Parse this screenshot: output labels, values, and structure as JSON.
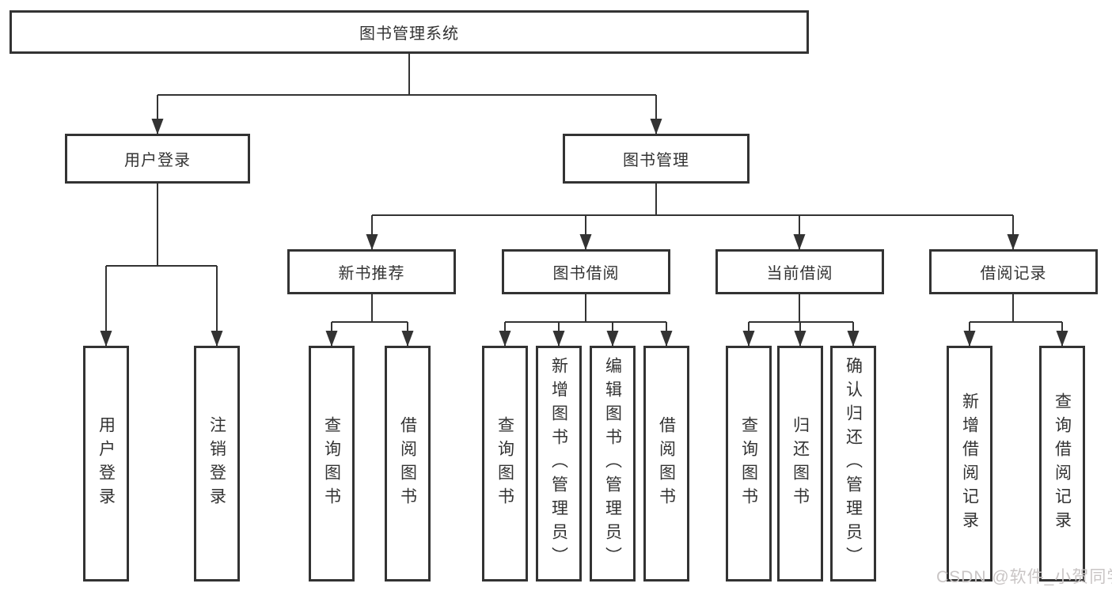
{
  "diagram": {
    "root": {
      "label": "图书管理系统"
    },
    "branches": [
      {
        "label": "用户登录",
        "children": [
          {
            "label": "用户登录"
          },
          {
            "label": "注销登录"
          }
        ]
      },
      {
        "label": "图书管理",
        "children": [
          {
            "label": "新书推荐",
            "children": [
              {
                "label": "查询图书"
              },
              {
                "label": "借阅图书"
              }
            ]
          },
          {
            "label": "图书借阅",
            "children": [
              {
                "label": "查询图书"
              },
              {
                "label": "新增图书（管理员）"
              },
              {
                "label": "编辑图书（管理员）"
              },
              {
                "label": "借阅图书"
              }
            ]
          },
          {
            "label": "当前借阅",
            "children": [
              {
                "label": "查询图书"
              },
              {
                "label": "归还图书"
              },
              {
                "label": "确认归还（管理员）"
              }
            ]
          },
          {
            "label": "借阅记录",
            "children": [
              {
                "label": "新增借阅记录"
              },
              {
                "label": "查询借阅记录"
              }
            ]
          }
        ]
      }
    ]
  },
  "watermark": {
    "text": "CSDN @软件_小贺同学"
  },
  "colors": {
    "line": "#333333",
    "box_border": "#333333",
    "text": "#333333",
    "background": "#ffffff",
    "watermark": "#c9c5c5"
  }
}
